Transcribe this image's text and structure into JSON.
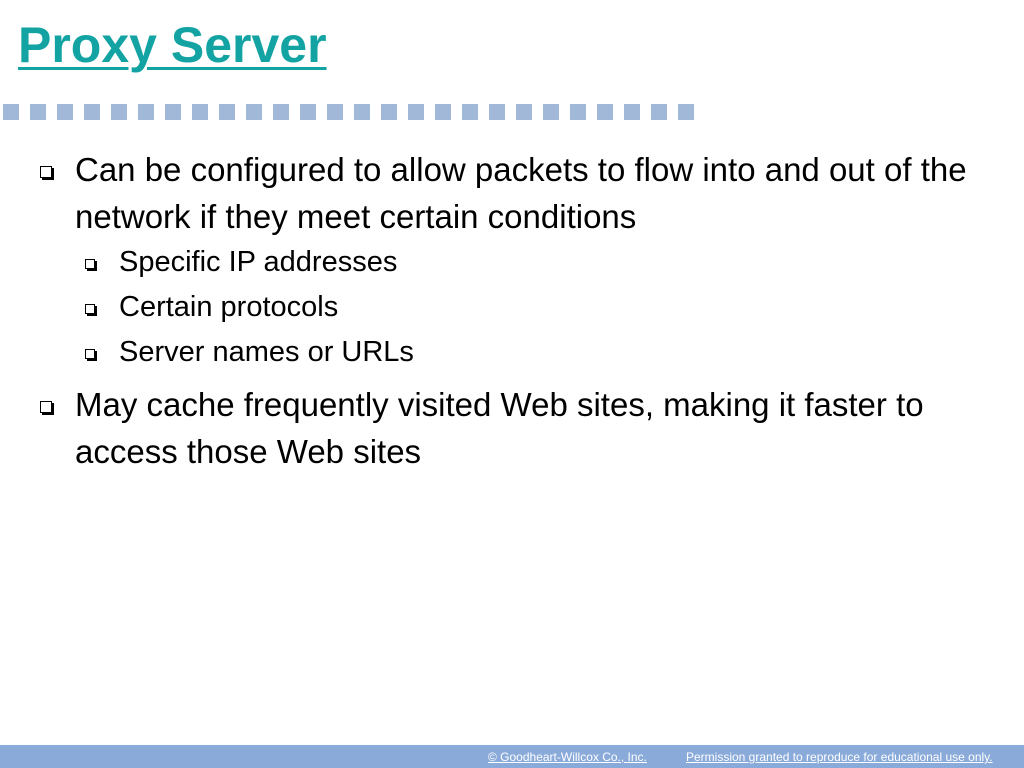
{
  "slide": {
    "title": "Proxy Server",
    "bullets": [
      {
        "text": "Can be configured to allow packets to flow into and out of the network if they meet certain conditions"
      },
      {
        "text": "Specific IP addresses"
      },
      {
        "text": "Certain protocols"
      },
      {
        "text": "Server names or URLs"
      },
      {
        "text": "May cache frequently visited Web sites, making it faster to access those Web sites"
      }
    ]
  },
  "footer": {
    "copyright": "© Goodheart-Willcox Co., Inc.",
    "permission": "Permission granted to reproduce for educational use only."
  },
  "colors": {
    "title": "#13a3a3",
    "divider_squares": "#a2b8d8",
    "footer_bar": "#8aaad9"
  }
}
